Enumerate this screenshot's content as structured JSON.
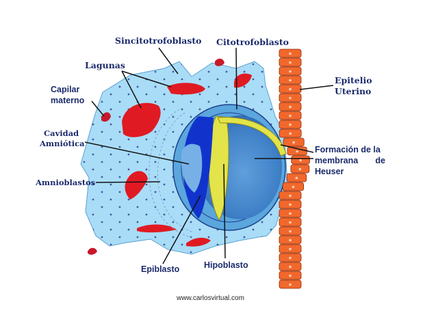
{
  "labels": {
    "sincitotrofoblasto": "Sincitotrofoblasto",
    "citotrofoblasto": "Citotrofoblasto",
    "lagunas": "Lagunas",
    "capilar_line1": "Capilar",
    "capilar_line2": "materno",
    "epitelio_line1": "Epitelio",
    "epitelio_line2": "Uterino",
    "cavidad_line1": "Cavidad",
    "cavidad_line2": "Amniótica",
    "amnioblastos": "Amnioblastos",
    "formacion_line1": "Formación de la",
    "formacion_line2": "membrana de",
    "formacion_line3": "Heuser",
    "epiblasto": "Epiblasto",
    "hipoblasto": "Hipoblasto"
  },
  "footer": "www.carlosvirtual.com",
  "colors": {
    "syncytio": "#a9dcf7",
    "cytotrophoblast": "#5aa6dd",
    "epiblast": "#1133cc",
    "hypoblast": "#e3e34a",
    "lacunae": "#e01a22",
    "uterine_epithelium": "#f2682c",
    "label_text": "#1b2a6b"
  }
}
